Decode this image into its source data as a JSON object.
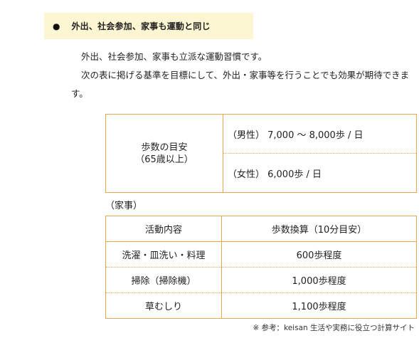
{
  "heading": {
    "bullet": "●",
    "title": "外出、社会参加、家事も運動と同じ"
  },
  "intro": {
    "line1": "外出、社会参加、家事も立派な運動習慣です。",
    "line2": "次の表に掲げる基準を目標にして、外出・家事等を行うことでも効果が期待できます。"
  },
  "steps_goal": {
    "label_line1": "歩数の目安",
    "label_line2": "（65歳以上）",
    "male": "（男性） 7,000 ～ 8,000歩 / 日",
    "female": "（女性） 6,000歩 / 日"
  },
  "housework": {
    "section_label": "（家事）",
    "headers": [
      "活動内容",
      "歩数換算（10分目安）"
    ],
    "rows": [
      {
        "activity": "洗濯・皿洗い・料理",
        "steps": "600歩程度"
      },
      {
        "activity": "掃除（掃除機）",
        "steps": "1,000歩程度"
      },
      {
        "activity": "草むしり",
        "steps": "1,100歩程度"
      }
    ]
  },
  "note": "※ 参考：keisan 生活や実務に役立つ計算サイト",
  "colors": {
    "heading_bg": "#fdf6d3",
    "table_border": "#e5a64c"
  }
}
